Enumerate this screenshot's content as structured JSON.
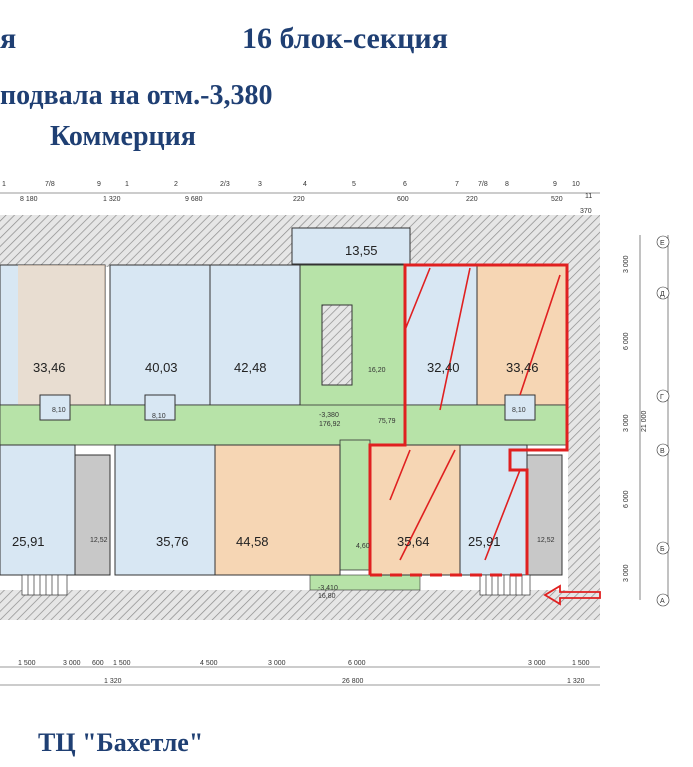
{
  "header": {
    "title_left": "я",
    "block_section": "16  блок-секция",
    "basement_plan": "подвала на отм.-3,380",
    "category": "Коммерция"
  },
  "footer": {
    "mall_name": "ТЦ \"Бахетле\""
  },
  "rooms": {
    "top_tech": "13,55",
    "r1": "33,46",
    "r2": "40,03",
    "r3": "42,48",
    "r4": "32,40",
    "r5": "33,46",
    "r6": "25,91",
    "r7": "35,76",
    "r8": "44,58",
    "r9": "35,64",
    "r10": "25,91",
    "corridor_level": "-3,380",
    "corridor_area": "176,92",
    "entrance_level": "-3,410",
    "entrance_area": "16,80",
    "small_1": "8,10",
    "small_2": "8,10",
    "small_3": "8,10",
    "hall": "12,52",
    "hall_2": "12,52",
    "stair": "16,20",
    "c1": "75,79",
    "c2": "4,60"
  },
  "axes": {
    "top": [
      "1",
      "7/8",
      "9",
      "1",
      "2",
      "2/3",
      "3",
      "4",
      "5",
      "6",
      "7",
      "7/8",
      "8",
      "9",
      "10",
      "11"
    ],
    "right": [
      "Е",
      "Д",
      "Г",
      "В",
      "Б",
      "А"
    ]
  },
  "dimensions": {
    "top": [
      "8 180",
      "1 320",
      "9 680",
      "220",
      "600",
      "220",
      "520",
      "370"
    ],
    "right": [
      "3 000",
      "6 000",
      "21 000",
      "3 000",
      "6 000",
      "3 000"
    ],
    "bottom_row": [
      "1 500",
      "3 000",
      "600",
      "1 500",
      "4 500",
      "3 000",
      "6 000",
      "3 000",
      "1 500"
    ],
    "bottom_totals": [
      "1 320",
      "26 800",
      "1 320"
    ]
  },
  "colors": {
    "title": "#1f3f73",
    "corridor": "#b7e3a8",
    "office_blue": "#d8e7f3",
    "office_orange": "#f6d6b4",
    "highlight": "#e02020",
    "grey": "#c8c8c8"
  }
}
